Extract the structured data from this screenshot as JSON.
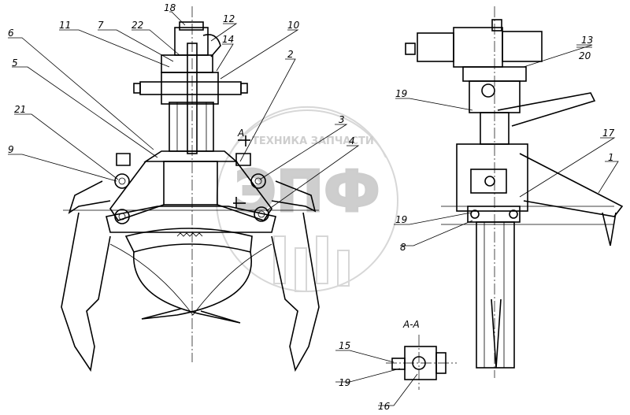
{
  "watermark": {
    "arc_text": "ТЕХНИКА ЗАПЧАСТИ",
    "logo": "ЭПФ"
  },
  "section_marker": "А",
  "section_title": "А-А",
  "callouts": {
    "c1": "1",
    "c2": "2",
    "c3": "3",
    "c4": "4",
    "c5": "5",
    "c6": "6",
    "c7": "7",
    "c8": "8",
    "c9": "9",
    "c10": "10",
    "c11": "11",
    "c12": "12",
    "c13": "13",
    "c14": "14",
    "c15": "15",
    "c16": "16",
    "c17": "17",
    "c18": "18",
    "c19a": "19",
    "c19b": "19",
    "c19c": "19",
    "c20": "20",
    "c21": "21",
    "c22": "22"
  },
  "colors": {
    "ink": "#000000",
    "watermark": "#c9c9c9"
  }
}
